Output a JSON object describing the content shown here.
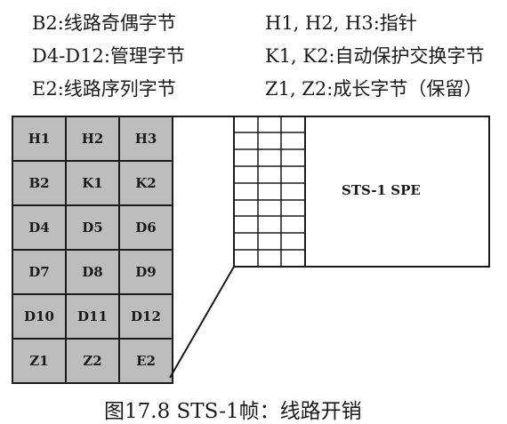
{
  "legend": {
    "row1_left": "B2:线路奇偶字节",
    "row1_right": "H1, H2, H3:指针",
    "row2_left": "D4-D12:管理字节",
    "row2_right": "K1, K2:自动保护交换字节",
    "row3_left": "E2:线路序列字节",
    "row3_right": "Z1, Z2:成长字节（保留）"
  },
  "overhead": {
    "cells": [
      "H1",
      "H2",
      "H3",
      "B2",
      "K1",
      "K2",
      "D4",
      "D5",
      "D6",
      "D7",
      "D8",
      "D9",
      "D10",
      "D11",
      "D12",
      "Z1",
      "Z2",
      "E2"
    ]
  },
  "frame": {
    "spe_label": "STS-1 SPE"
  },
  "caption": "图17.8  STS-1帧：线路开销"
}
